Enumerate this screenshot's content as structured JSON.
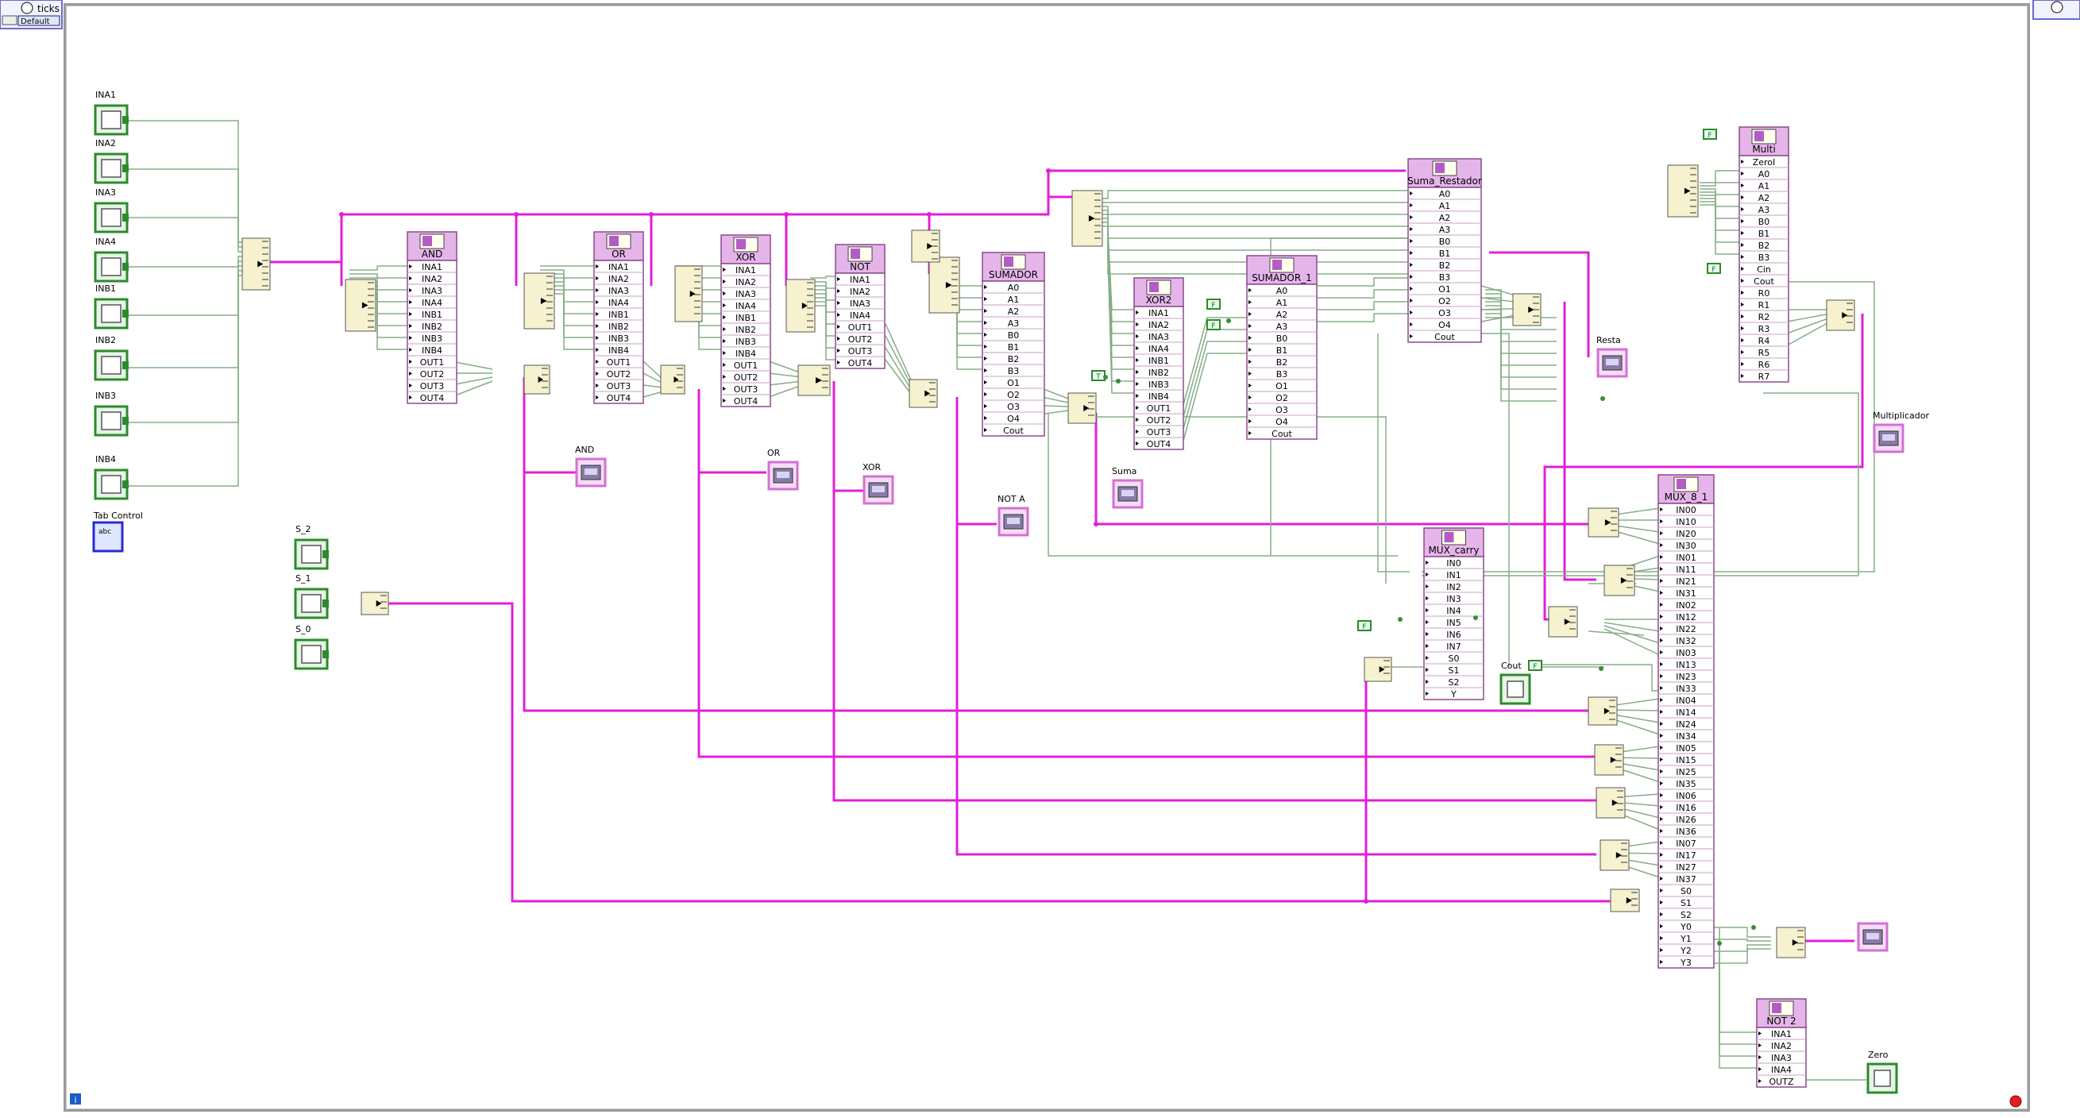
{
  "loop": {
    "terminal_left": "ticks",
    "case_selector": "Default",
    "info_icon": "i",
    "stop_icon": "stop"
  },
  "controls": [
    "INA1",
    "INA2",
    "INA3",
    "INA4",
    "INB1",
    "INB2",
    "INB3",
    "INB4"
  ],
  "tab_control": "Tab Control",
  "selectors": [
    "S_2",
    "S_1",
    "S_0"
  ],
  "pin_sets": {
    "gate": [
      "INA1",
      "INA2",
      "INA3",
      "INA4",
      "INB1",
      "INB2",
      "INB3",
      "INB4",
      "OUT1",
      "OUT2",
      "OUT3",
      "OUT4"
    ],
    "not": [
      "INA1",
      "INA2",
      "INA3",
      "INA4",
      "OUT1",
      "OUT2",
      "OUT3",
      "OUT4"
    ],
    "xor2": [
      "INA1",
      "INA2",
      "INA3",
      "INA4",
      "INB1",
      "INB2",
      "INB3",
      "INB4",
      "OUT1",
      "OUT2",
      "OUT3",
      "OUT4"
    ],
    "adder": [
      "A0",
      "A1",
      "A2",
      "A3",
      "B0",
      "B1",
      "B2",
      "B3",
      "O1",
      "O2",
      "O3",
      "O4",
      "Cout"
    ],
    "sumador1": [
      "A0",
      "A1",
      "A2",
      "A3",
      "B0",
      "B1",
      "B2",
      "B3",
      "O1",
      "O2",
      "O3",
      "O4",
      "Cout"
    ],
    "sumres": [
      "A0",
      "A1",
      "A2",
      "A3",
      "B0",
      "B1",
      "B2",
      "B3",
      "O1",
      "O2",
      "O3",
      "O4",
      "Cout"
    ],
    "multi": [
      "ZeroI",
      "A0",
      "A1",
      "A2",
      "A3",
      "B0",
      "B1",
      "B2",
      "B3",
      "Cin",
      "Cout",
      "R0",
      "R1",
      "R2",
      "R3",
      "R4",
      "R5",
      "R6",
      "R7"
    ],
    "muxcarry": [
      "IN0",
      "IN1",
      "IN2",
      "IN3",
      "IN4",
      "IN5",
      "IN6",
      "IN7",
      "S0",
      "S1",
      "S2",
      "Y"
    ],
    "mux81": [
      "IN00",
      "IN10",
      "IN20",
      "IN30",
      "IN01",
      "IN11",
      "IN21",
      "IN31",
      "IN02",
      "IN12",
      "IN22",
      "IN32",
      "IN03",
      "IN13",
      "IN23",
      "IN33",
      "IN04",
      "IN14",
      "IN24",
      "IN34",
      "IN05",
      "IN15",
      "IN25",
      "IN35",
      "IN06",
      "IN16",
      "IN26",
      "IN36",
      "IN07",
      "IN17",
      "IN27",
      "IN37",
      "S0",
      "S1",
      "S2",
      "Y0",
      "Y1",
      "Y2",
      "Y3"
    ],
    "not2": [
      "INA1",
      "INA2",
      "INA3",
      "INA4",
      "OUTZ"
    ]
  },
  "subvis": [
    {
      "id": "and",
      "title": "AND",
      "pins": "gate"
    },
    {
      "id": "or",
      "title": "OR",
      "pins": "gate"
    },
    {
      "id": "xor",
      "title": "XOR",
      "pins": "gate"
    },
    {
      "id": "not",
      "title": "NOT",
      "pins": "not"
    },
    {
      "id": "sumador",
      "title": "SUMADOR",
      "pins": "adder"
    },
    {
      "id": "xor2",
      "title": "XOR2",
      "pins": "xor2"
    },
    {
      "id": "sumador1",
      "title": "SUMADOR_1",
      "pins": "sumador1"
    },
    {
      "id": "sumres",
      "title": "Suma_Restador",
      "pins": "sumres"
    },
    {
      "id": "multi",
      "title": "Multi",
      "pins": "multi"
    },
    {
      "id": "muxcarry",
      "title": "MUX_carry",
      "pins": "muxcarry"
    },
    {
      "id": "mux81",
      "title": "MUX_8_1",
      "pins": "mux81"
    },
    {
      "id": "not2",
      "title": "NOT 2",
      "pins": "not2"
    }
  ],
  "indicators": [
    "AND",
    "OR",
    "XOR",
    "NOT A",
    "Suma",
    "Resta",
    "Multiplicador",
    "",
    ""
  ],
  "bool_indicators": [
    "Cout",
    "Zero"
  ],
  "constants": {
    "false_label": "F",
    "true_label": "T"
  },
  "colors": {
    "wire_bool": "#e020d8",
    "wire_data": "#86ad86",
    "subvi": "#e5b5ea",
    "control": "#2d8a2d",
    "indicator": "#d470d4",
    "bundle": "#f6f2cf"
  }
}
